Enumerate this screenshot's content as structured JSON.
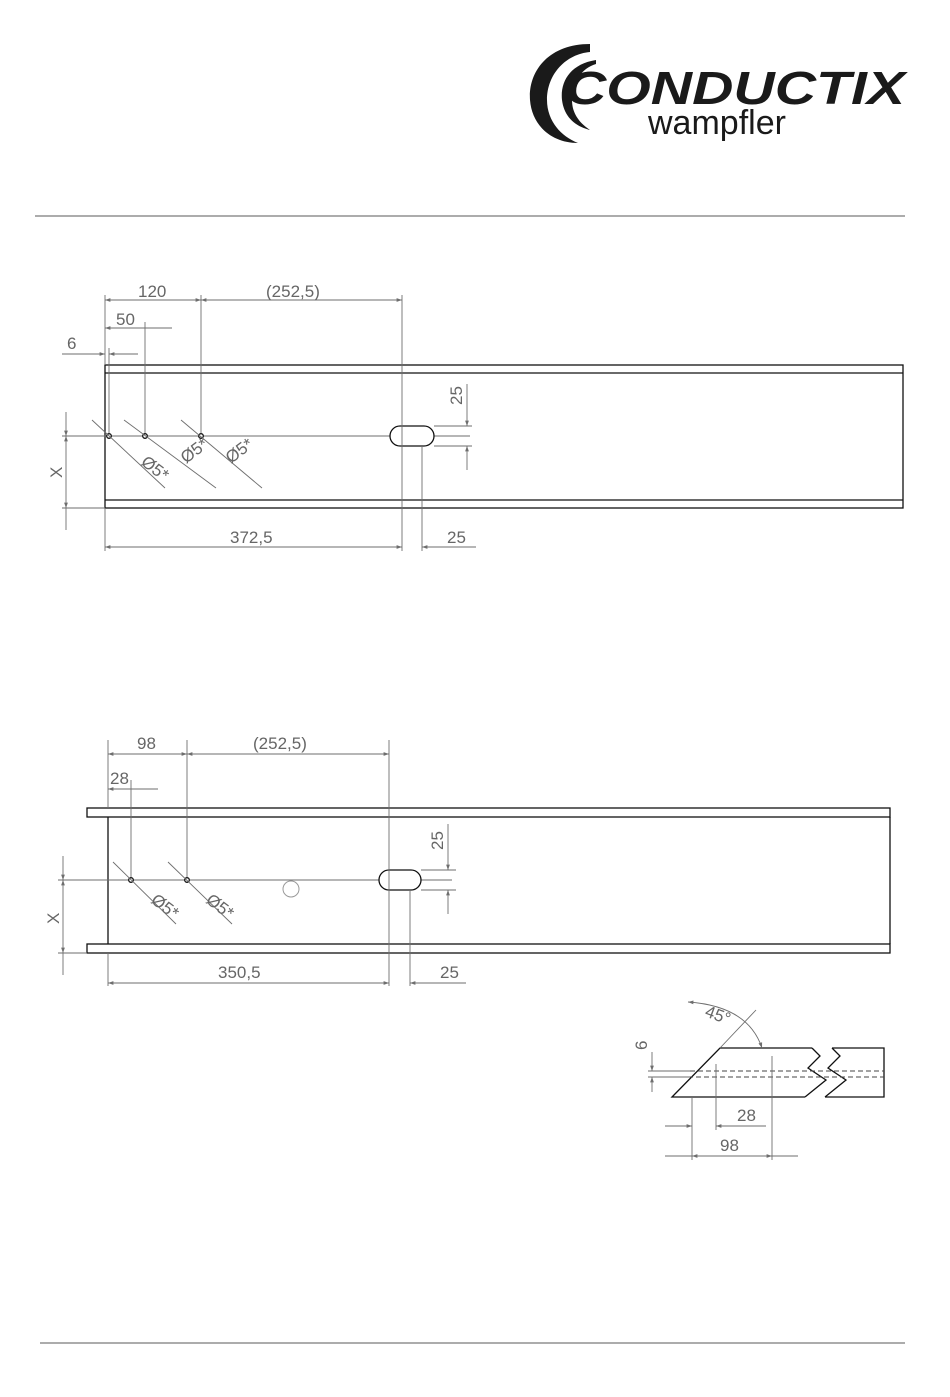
{
  "logo": {
    "brand": "CONDUCTIX",
    "sub": "wampfler"
  },
  "drawing1": {
    "dim_120": "120",
    "dim_252": "252,5",
    "dim_50": "50",
    "dim_6": "6",
    "dim_25_slot_height": "25",
    "dim_x": "X",
    "dim_372": "372,5",
    "dim_25_slot_width": "25",
    "hole_label": "Ø5*"
  },
  "drawing2": {
    "dim_98": "98",
    "dim_252": "252,5",
    "dim_28": "28",
    "dim_25_slot_height": "25",
    "dim_x": "X",
    "dim_350": "350,5",
    "dim_25_slot_width": "25",
    "hole_label": "Ø5*"
  },
  "detail": {
    "angle": "45°",
    "dim_6": "6",
    "dim_28": "28",
    "dim_98": "98"
  }
}
